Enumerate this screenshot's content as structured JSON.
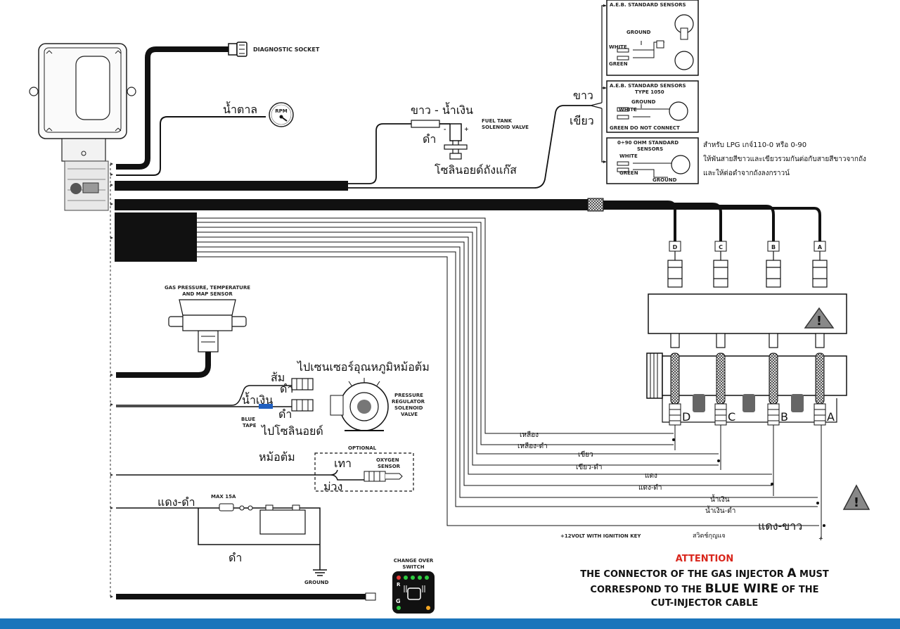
{
  "colors": {
    "footer": "#1b75bb",
    "attention": "#d9261c",
    "blue_wire": "#1f5fc0",
    "led_red": "#e53935",
    "led_green": "#2ecc40",
    "led_orange": "#f5a623"
  },
  "labels": {
    "diagnostic_socket": "DIAGNOSTIC SOCKET",
    "brown": "น้ำตาล",
    "rpm": "RPM",
    "white_blue": "ขาว - น้ำเงิน",
    "black_fuel": "ดำ",
    "fuel_tank_line1": "FUEL TANK",
    "fuel_tank_line2": "SOLENOID VALVE",
    "tank_solenoid_th": "โซลินอยด์ถังแก๊ส",
    "minus": "-",
    "plus": "+",
    "white_th": "ขาว",
    "green_th": "เขียว",
    "gas_sensor_line1": "GAS PRESSURE, TEMPERATURE",
    "gas_sensor_line2": "AND MAP SENSOR",
    "orange": "ส้ม",
    "black1": "ดำ",
    "to_temp_sensor": "ไปเซนเซอร์อุณหภูมิหม้อต้ม",
    "blue": "น้ำเงิน",
    "black2": "ดำ",
    "blue_tape_line1": "BLUE",
    "blue_tape_line2": "TAPE",
    "to_solenoid_line1": "ไปโซลินอยด์",
    "to_solenoid_line2": "หม้อต้ม",
    "pressure_line1": "PRESSURE",
    "pressure_line2": "REGULATOR",
    "pressure_line3": "SOLENOID",
    "pressure_line4": "VALVE",
    "optional": "OPTIONAL",
    "grey": "เทา",
    "purple": "ม่วง",
    "oxygen_line1": "OXYGEN",
    "oxygen_line2": "SENSOR",
    "red_black": "แดง-ดำ",
    "max15a": "MAX 15A",
    "black3": "ดำ",
    "ground": "GROUND",
    "changeover_line1": "CHANGE OVER",
    "changeover_line2": "SWITCH",
    "sw_r": "R",
    "sw_g": "G",
    "ignition": "+12VOLT WITH IGNITION KEY",
    "ignition_switch": "สวิตช์กุญแจ",
    "red_white": "แดง-ขาว",
    "yellow": "เหลือง",
    "yellow_black": "เหลือง-ดำ",
    "green2": "เขียว",
    "green_black": "เขียว-ดำ",
    "red": "แดง",
    "red_black2": "แดง-ดำ",
    "blue2": "น้ำเงิน",
    "blue_black": "น้ำเงิน-ดำ",
    "inj_d": "D",
    "inj_c": "C",
    "inj_b": "B",
    "inj_a": "A"
  },
  "sensor_boxes": {
    "box1_title": "A.E.B. STANDARD SENSORS",
    "box1_ground": "GROUND",
    "box1_white": "WHITE",
    "box1_green": "GREEN",
    "box2_title_line1": "A.E.B. STANDARD SENSORS",
    "box2_title_line2": "TYPE 1050",
    "box2_ground": "GROUND",
    "box2_white": "WHITE",
    "box2_note": "GREEN DO NOT CONNECT",
    "box3_title_line1": "0÷90 OHM STANDARD",
    "box3_title_line2": "SENSORS",
    "box3_white": "WHITE",
    "box3_green": "GREEN",
    "box3_ground": "GROUND",
    "lpg_note_line1": "สำหรับ LPG  เกจ์110-0 หรือ 0-90",
    "lpg_note_line2": "ให้พันสายสีขาวและเขียวรวมกันต่อกับสายสีขาวจากถัง",
    "lpg_note_line3": "และให้ต่อดำจากถังลงกราวน์"
  },
  "attention": {
    "title": "ATTENTION",
    "line1_a": "THE CONNECTOR OF THE GAS INJECTOR ",
    "line1_b": "A",
    "line1_c": " MUST",
    "line2_a": "CORRESPOND TO THE ",
    "line2_b": "BLUE WIRE",
    "line2_c": " OF THE",
    "line3": "CUT-INJECTOR CABLE"
  }
}
